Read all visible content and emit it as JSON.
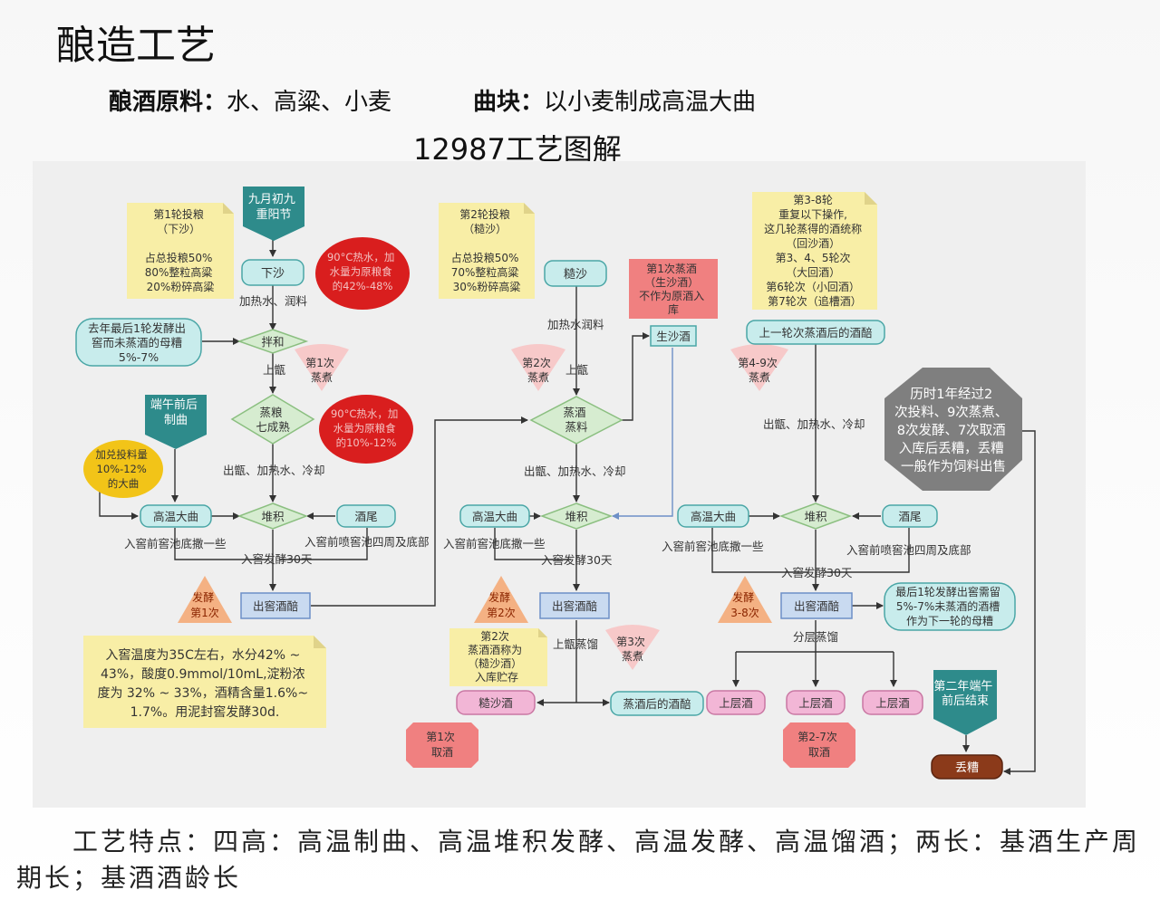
{
  "page": {
    "title": "酿造工艺",
    "materials_label": "酿酒原料：",
    "materials": "水、高粱、小麦",
    "qu_label": "曲块：",
    "qu": "以小麦制成高温大曲",
    "diagram_title": "12987工艺图解",
    "footer": "工艺特点：四高：高温制曲、高温堆积发酵、高温发酵、高温馏酒；两长：基酒生产周期长；基酒酒龄长"
  },
  "colors": {
    "teal_box": "#c8ecec",
    "teal_border": "#4aa6a6",
    "green_diamond": "#d6ecd0",
    "green_border": "#8bbf80",
    "blue_box": "#c9daf0",
    "pink_box": "#f2b6d6",
    "note": "#f8eea6",
    "red_blob": "#d91e1e",
    "orange_tri": "#f4b183",
    "pink_fan": "#f7c9c9",
    "salmon": "#f08080",
    "pentagon": "#2e8b8b",
    "gray_oct": "#7f7f7f",
    "brown": "#8b3a1a"
  },
  "diagram": {
    "n_round1_note": [
      "第1轮投粮",
      "（下沙）",
      "",
      "占总投粮50%",
      "80%整粒高粱",
      "20%粉碎高粱"
    ],
    "n_date_start": [
      "九月初九",
      "重阳节"
    ],
    "b_xiasha": "下沙",
    "blob_water1": [
      "90°C热水，加",
      "水量为原粮食",
      "的42%-48%"
    ],
    "l_heat_water1": "加热水、润料",
    "b_mother": [
      "去年最后1轮发酵出",
      "窖而未蒸酒的母糟",
      "5%-7%"
    ],
    "d_banhe": "拌和",
    "l_shangzeng1": "上甑",
    "f_zhu1": [
      "第1次",
      "蒸煮"
    ],
    "d_zhengliang": [
      "蒸粮",
      "七成熟"
    ],
    "blob_water2": [
      "90°C热水，加",
      "水量为原粮食",
      "的10%-12%"
    ],
    "n_date_duanwu": [
      "端午前后",
      "制曲"
    ],
    "blob_qu": [
      "加兑投料量",
      "10%-12%",
      "的大曲"
    ],
    "l_chuzeng1": "出甑、加热水、冷却",
    "b_daqu1": "高温大曲",
    "d_duiji1": "堆积",
    "b_jiuwei1": "酒尾",
    "l_chiDi1": "入窖前窖池底撒一些",
    "l_penSi1": "入窖前喷窖池四周及底部",
    "l_ferm30_1": "入窖发酵30天",
    "t_ferm1": [
      "发酵",
      "第1次"
    ],
    "b_chujiao1": "出窖酒醅",
    "n_temp": [
      "入窖温度为35C左右，水分42% ~",
      "43%，酸度0.9mmol/10mL,淀粉浓",
      "度为 32% ~ 33%，酒精含量1.6%~",
      "1.7%。用泥封窖发酵30d."
    ],
    "n_round2_note": [
      "第2轮投粮",
      "（糙沙）",
      "",
      "占总投粮50%",
      "70%整粒高粱",
      "30%粉碎高粱"
    ],
    "b_caosha": "糙沙",
    "l_heat_water2": "加热水润料",
    "f_zhu2": [
      "第2次",
      "蒸煮"
    ],
    "l_shangzeng2": "上甑",
    "r_first_steam": [
      "第1次蒸酒",
      "（生沙酒）",
      "不作为原酒入",
      "库"
    ],
    "b_shengsha": "生沙酒",
    "d_zhengjiu": [
      "蒸酒",
      "蒸料"
    ],
    "l_chuzeng2": "出甑、加热水、冷却",
    "b_daqu2": "高温大曲",
    "d_duiji2": "堆积",
    "l_chiDi2": "入窖前窖池底撒一些",
    "l_ferm30_2": "入窖发酵30天",
    "t_ferm2": [
      "发酵",
      "第2次"
    ],
    "b_chujiao2": "出窖酒醅",
    "n_caosha_wine": [
      "第2次",
      "蒸酒酒称为",
      "（糙沙酒）",
      "入库贮存"
    ],
    "l_shangzeng_liu": "上甑蒸馏",
    "f_zhu3": [
      "第3次",
      "蒸煮"
    ],
    "b_caosha_wine": "糙沙酒",
    "b_after_steam": "蒸酒后的酒醅",
    "r_qujiu1": [
      "第1次",
      "取酒"
    ],
    "n_round3_8": [
      "第3-8轮",
      "重复以下操作,",
      "这几轮蒸得的酒统称",
      "（回沙酒）",
      "第3、4、5轮次",
      "（大回酒）",
      "第6轮次（小回酒）",
      "第7轮次（追槽酒）"
    ],
    "b_prev_round": "上一轮次蒸酒后的酒醅",
    "f_zhu4_9": [
      "第4-9次",
      "蒸煮"
    ],
    "l_chuzeng3": "出甑、加热水、冷却",
    "oct_text": [
      "历时1年经过2",
      "次投料、9次蒸煮、",
      "8次发酵、7次取酒",
      "入库后丢糟，丢糟",
      "一般作为饲料出售"
    ],
    "b_daqu3": "高温大曲",
    "d_duiji3": "堆积",
    "b_jiuwei3": "酒尾",
    "l_chiDi3": "入窖前窖池底撒一些",
    "l_penSi3": "入窖前喷窖池四周及底部",
    "l_ferm30_3": "入窖发酵30天",
    "t_ferm3": [
      "发酵",
      "3-8次"
    ],
    "b_chujiao3": "出窖酒醅",
    "b_last_round": [
      "最后1轮发酵出窖需留",
      "5%-7%未蒸酒的酒槽",
      "作为下一轮的母糟"
    ],
    "l_fenceng": "分层蒸馏",
    "b_layer1": "上层酒",
    "b_layer2": "上层酒",
    "b_layer3": "上层酒",
    "r_qujiu2_7": [
      "第2-7次",
      "取酒"
    ],
    "n_date_end": [
      "第二年端午",
      "前后结束"
    ],
    "b_diuzao": "丢糟"
  }
}
